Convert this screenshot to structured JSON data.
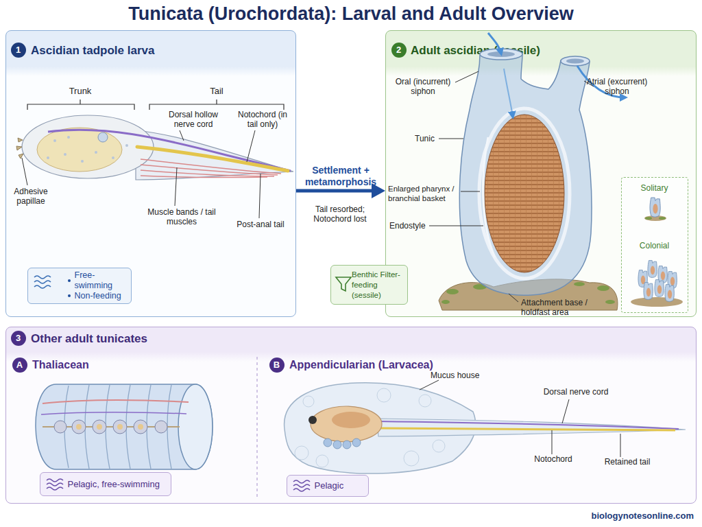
{
  "diagram": {
    "title": "Tunicata (Urochordata): Larval and Adult Overview",
    "nodes": [
      {
        "text": [
          "Ascidian tadpole larva"
        ]
      },
      {
        "text": [
          "1"
        ],
        "in": 0
      },
      {
        "text": [
          "Free-swimming",
          "Non-feeding"
        ],
        "in": 0
      },
      {
        "text": [
          "Adult ascidian (sessile)"
        ]
      },
      {
        "text": [
          "2"
        ],
        "in": 3
      },
      {
        "text": [
          "Benthic Filter-feeding (sessile)"
        ]
      },
      {
        "text": [
          "Solitary",
          "Colonial"
        ],
        "in": 3
      },
      {
        "text": [
          "Other adult tunicates"
        ]
      },
      {
        "text": [
          "3"
        ],
        "in": 7
      },
      {
        "text": [
          "A"
        ],
        "in": 7
      },
      {
        "text": [
          "Pelagic, free-swimming"
        ],
        "in": 7
      },
      {
        "text": [
          "B"
        ],
        "in": 7
      },
      {
        "text": [
          "Pelagic"
        ],
        "in": 7
      }
    ],
    "edges": [
      {
        "from": 0,
        "to": 3,
        "arrow": "to",
        "label": "Settlement + metamorphosis"
      }
    ],
    "labels": [
      "Trunk",
      "Tail",
      "Dorsal hollow nerve cord",
      "Notochord (in tail only)",
      "Adhesive papillae",
      "Muscle bands / tail muscles",
      "Post-anal tail",
      "Tail resorbed; Notochord lost",
      "Oral (incurrent) siphon",
      "Atrial (excurrent) siphon",
      "Tunic",
      "Enlarged pharynx / branchial basket",
      "Endostyle",
      "Attachment base / holdfast area",
      "Thaliacean",
      "Appendicularian (Larvacea)",
      "Mucus house",
      "Dorsal nerve cord",
      "Notochord",
      "Retained tail",
      "biologynotesonline.com"
    ]
  }
}
